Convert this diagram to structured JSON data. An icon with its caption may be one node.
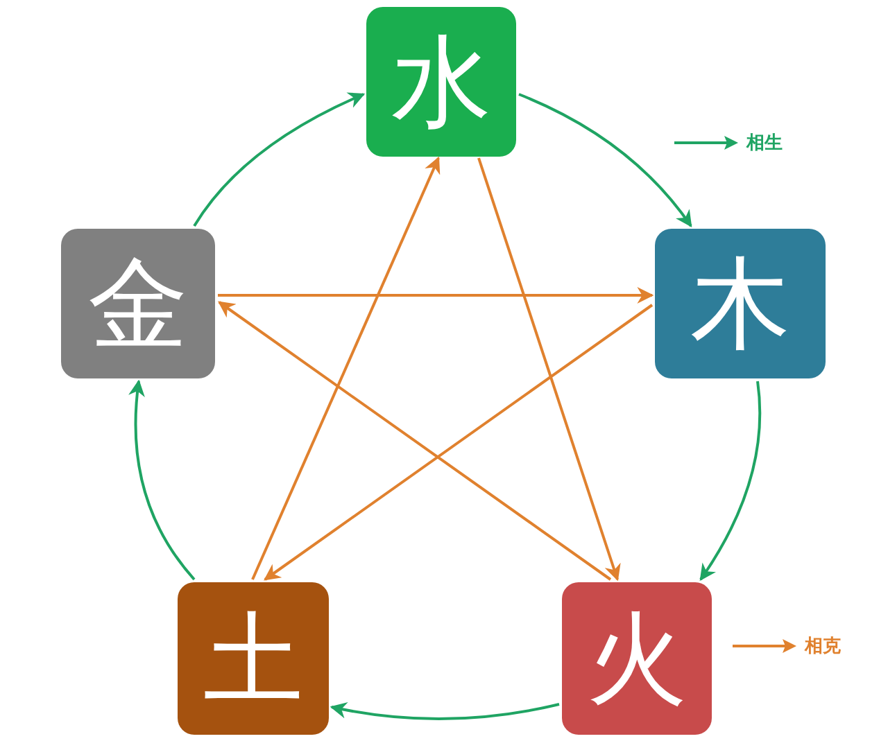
{
  "diagram": {
    "nodes": [
      {
        "text": [
          "水"
        ]
      },
      {
        "text": [
          "木"
        ]
      },
      {
        "text": [
          "火"
        ]
      },
      {
        "text": [
          "土"
        ]
      },
      {
        "text": [
          "金"
        ]
      }
    ],
    "edges": [
      {
        "from": 4,
        "to": 0,
        "arrow": "to",
        "color": "#1fa463"
      },
      {
        "from": 0,
        "to": 1,
        "arrow": "to",
        "color": "#1fa463"
      },
      {
        "from": 1,
        "to": 2,
        "arrow": "to",
        "color": "#1fa463"
      },
      {
        "from": 2,
        "to": 3,
        "arrow": "to",
        "color": "#1fa463"
      },
      {
        "from": 3,
        "to": 4,
        "arrow": "to",
        "color": "#1fa463"
      },
      {
        "from": 0,
        "to": 2,
        "arrow": "to",
        "color": "#e0812e"
      },
      {
        "from": 2,
        "to": 4,
        "arrow": "to",
        "color": "#e0812e"
      },
      {
        "from": 4,
        "to": 1,
        "arrow": "to",
        "color": "#e0812e"
      },
      {
        "from": 1,
        "to": 3,
        "arrow": "to",
        "color": "#e0812e"
      },
      {
        "from": 3,
        "to": 0,
        "arrow": "to",
        "color": "#e0812e"
      }
    ],
    "legend": [
      {
        "text": "相生"
      },
      {
        "text": "相克"
      }
    ]
  }
}
